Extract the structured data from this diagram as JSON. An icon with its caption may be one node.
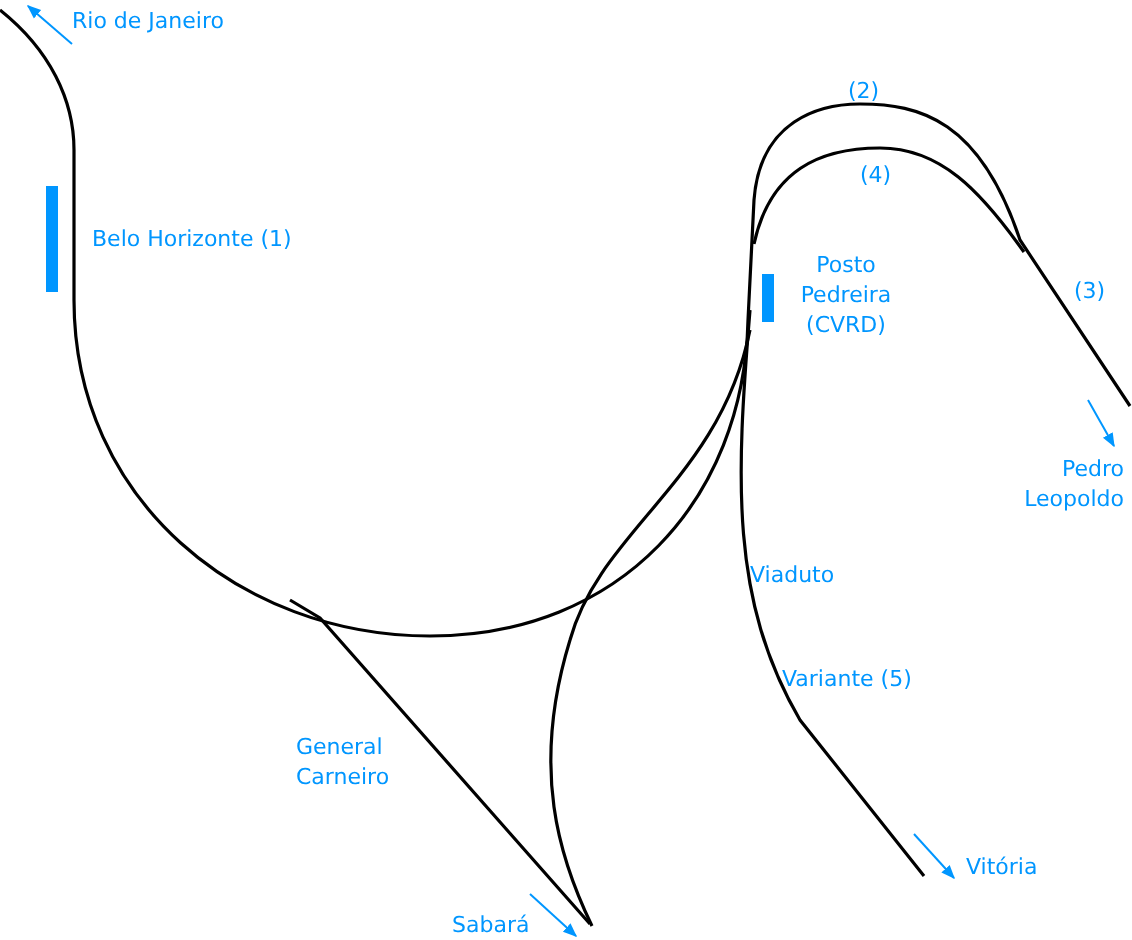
{
  "diagram": {
    "nodes": [
      {
        "text": [],
        "shape": "bar",
        "beside": [
          "Belo Horizonte (1)"
        ]
      },
      {
        "text": [],
        "shape": "bar",
        "beside": [
          "Posto Pedreira (CVRD)"
        ]
      }
    ],
    "labels": [
      "Rio de Janeiro",
      "(2)",
      "(4)",
      "(3)",
      "Pedro Leopoldo",
      "Viaduto",
      "Variante (5)",
      "General Carneiro",
      "Vitória",
      "Sabará"
    ]
  }
}
